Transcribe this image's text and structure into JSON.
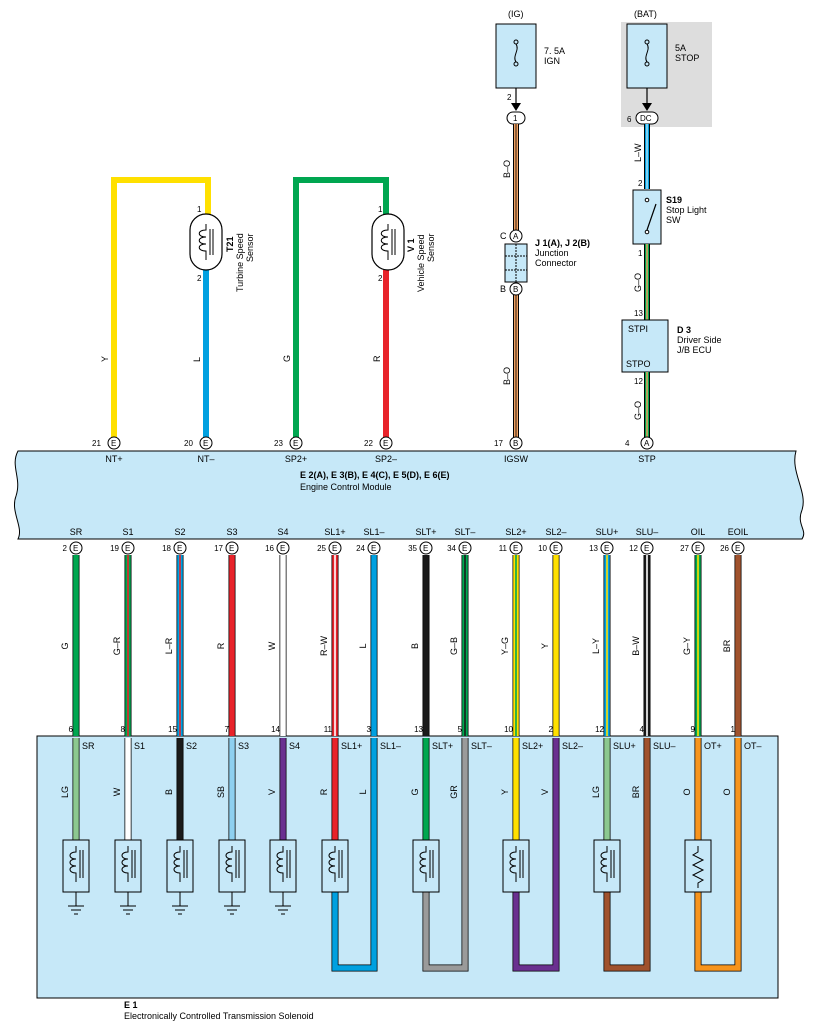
{
  "power_ig": {
    "source": "(IG)",
    "fuse_label": "7. 5A",
    "fuse_name": "IGN",
    "pin_top": "2",
    "connector_pin": "1",
    "wire_upper": "B–O",
    "junction_pin_c": "C",
    "junction_pin_a": "A",
    "junction_pin_b": "B",
    "junction_id": "J 1(A), J 2(B)",
    "junction_name_1": "Junction",
    "junction_name_2": "Connector",
    "wire_lower": "B–O"
  },
  "power_bat": {
    "source": "(BAT)",
    "fuse_label": "5A",
    "fuse_name": "STOP",
    "pin_top": "6",
    "connector_code": "DC",
    "wire_top": "L–W",
    "switch_pin_top": "2",
    "switch_id": "S19",
    "switch_name_1": "Stop Light",
    "switch_name_2": "SW",
    "switch_pin_bottom": "1",
    "wire_mid": "G–O",
    "ecu_pin_in": "13",
    "ecu_label_in": "STPI",
    "ecu_id": "D 3",
    "ecu_name_1": "Driver Side",
    "ecu_name_2": "J/B ECU",
    "ecu_label_out": "STPO",
    "ecu_pin_out": "12",
    "wire_bottom": "G–O"
  },
  "sensors": [
    {
      "id": "T21",
      "name_1": "Turbine Speed",
      "name_2": "Sensor",
      "pin1": "1",
      "pin2": "2",
      "wire_a": "Y",
      "wire_b": "L"
    },
    {
      "id": "V 1",
      "name_1": "Vehicle Speed",
      "name_2": "Sensor",
      "pin1": "1",
      "pin2": "2",
      "wire_a": "G",
      "wire_b": "R"
    }
  ],
  "ecm": {
    "title": "E 2(A), E 3(B), E 4(C), E 5(D), E 6(E)",
    "subtitle": "Engine Control Module",
    "top_terminals": [
      {
        "pin": "21",
        "conn": "E",
        "label": "NT+"
      },
      {
        "pin": "20",
        "conn": "E",
        "label": "NT–"
      },
      {
        "pin": "23",
        "conn": "E",
        "label": "SP2+"
      },
      {
        "pin": "22",
        "conn": "E",
        "label": "SP2–"
      },
      {
        "pin": "17",
        "conn": "B",
        "label": "IGSW"
      },
      {
        "pin": "4",
        "conn": "A",
        "label": "STP"
      }
    ],
    "bottom_terminals": [
      {
        "pin": "2",
        "conn": "E",
        "label": "SR",
        "wire": "G",
        "sol_pin": "6",
        "sol_label": "SR",
        "sol_wire": "LG"
      },
      {
        "pin": "19",
        "conn": "E",
        "label": "S1",
        "wire": "G–R",
        "sol_pin": "8",
        "sol_label": "S1",
        "sol_wire": "W"
      },
      {
        "pin": "18",
        "conn": "E",
        "label": "S2",
        "wire": "L–R",
        "sol_pin": "15",
        "sol_label": "S2",
        "sol_wire": "B"
      },
      {
        "pin": "17",
        "conn": "E",
        "label": "S3",
        "wire": "R",
        "sol_pin": "7",
        "sol_label": "S3",
        "sol_wire": "SB"
      },
      {
        "pin": "16",
        "conn": "E",
        "label": "S4",
        "wire": "W",
        "sol_pin": "14",
        "sol_label": "S4",
        "sol_wire": "V"
      },
      {
        "pin": "25",
        "conn": "E",
        "label": "SL1+",
        "wire": "R–W",
        "sol_pin": "11",
        "sol_label": "SL1+",
        "sol_wire": "R"
      },
      {
        "pin": "24",
        "conn": "E",
        "label": "SL1–",
        "wire": "L",
        "sol_pin": "3",
        "sol_label": "SL1–",
        "sol_wire": "L"
      },
      {
        "pin": "35",
        "conn": "E",
        "label": "SLT+",
        "wire": "B",
        "sol_pin": "13",
        "sol_label": "SLT+",
        "sol_wire": "G"
      },
      {
        "pin": "34",
        "conn": "E",
        "label": "SLT–",
        "wire": "G–B",
        "sol_pin": "5",
        "sol_label": "SLT–",
        "sol_wire": "GR"
      },
      {
        "pin": "11",
        "conn": "E",
        "label": "SL2+",
        "wire": "Y–G",
        "sol_pin": "10",
        "sol_label": "SL2+",
        "sol_wire": "Y"
      },
      {
        "pin": "10",
        "conn": "E",
        "label": "SL2–",
        "wire": "Y",
        "sol_pin": "2",
        "sol_label": "SL2–",
        "sol_wire": "V"
      },
      {
        "pin": "13",
        "conn": "E",
        "label": "SLU+",
        "wire": "L–Y",
        "sol_pin": "12",
        "sol_label": "SLU+",
        "sol_wire": "LG"
      },
      {
        "pin": "12",
        "conn": "E",
        "label": "SLU–",
        "wire": "B–W",
        "sol_pin": "4",
        "sol_label": "SLU–",
        "sol_wire": "BR"
      },
      {
        "pin": "27",
        "conn": "E",
        "label": "OIL",
        "wire": "G–Y",
        "sol_pin": "9",
        "sol_label": "OT+",
        "sol_wire": "O"
      },
      {
        "pin": "26",
        "conn": "E",
        "label": "EOIL",
        "wire": "BR",
        "sol_pin": "1",
        "sol_label": "OT–",
        "sol_wire": "O"
      }
    ]
  },
  "solenoid_block": {
    "id": "E 1",
    "name": "Electronically Controlled Transmission Solenoid"
  },
  "colors": {
    "ecm_fill": "#c6e8f8",
    "yellow": "#ffe000",
    "blue": "#00a0e0",
    "green": "#00a650",
    "red": "#e8232a",
    "black": "#1a1a1a",
    "orange": "#f0a060",
    "light_green": "#8cc890",
    "sky_blue": "#8ed0f0",
    "violet": "#6a3090",
    "gray": "#9a9a9a",
    "brown": "#a0522d",
    "bright_orange": "#f7941d",
    "ign_fill": "#ddd",
    "white": "#ffffff"
  }
}
